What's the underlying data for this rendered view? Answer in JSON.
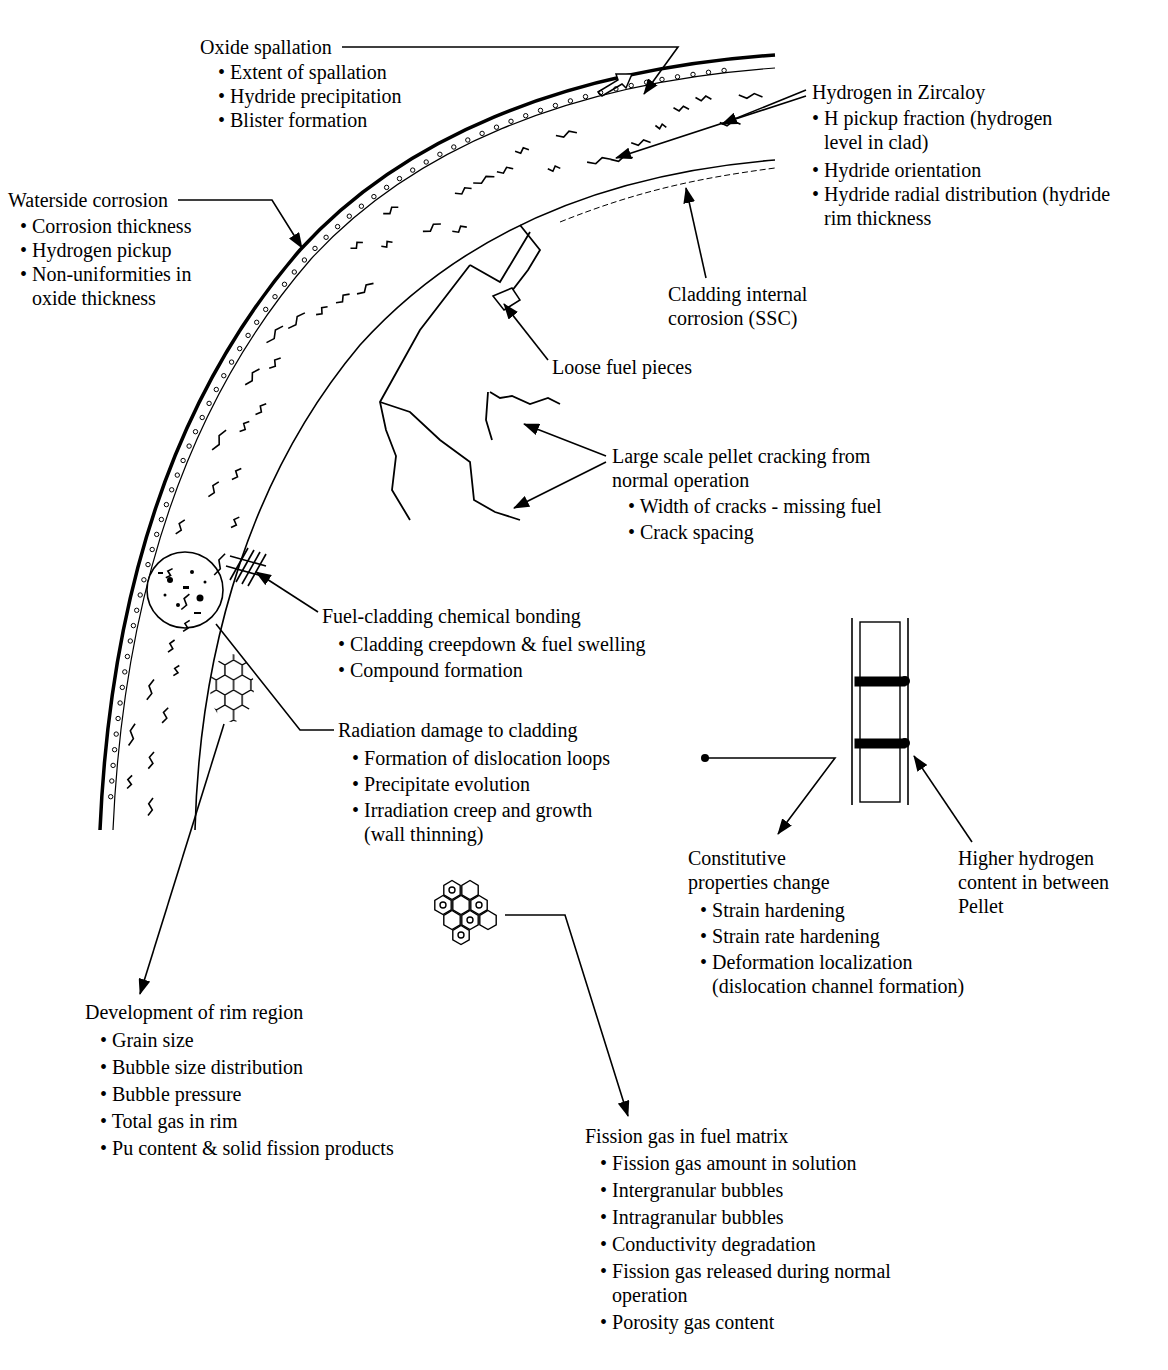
{
  "diagram": {
    "labels": [
      "Oxide spallation",
      "• Extent of spallation",
      "• Hydride precipitation",
      "• Blister formation",
      "Hydrogen in Zircaloy",
      "• H pickup fraction (hydrogen level in clad)",
      "• Hydride orientation",
      "• Hydride radial distribution (hydride rim thickness",
      "Waterside corrosion",
      "• Corrosion thickness",
      "• Hydrogen pickup",
      "• Non-uniformities in oxide thickness",
      "Cladding internal corrosion (SSC)",
      "Loose fuel pieces",
      "Large scale pellet cracking from normal operation",
      "• Width of cracks - missing fuel",
      "• Crack spacing",
      "Fuel-cladding chemical bonding",
      "• Cladding creepdown & fuel swelling",
      "• Compound formation",
      "Radiation damage to cladding",
      "• Formation of dislocation loops",
      "• Precipitate evolution",
      "• Irradiation creep and growth (wall thinning)",
      "Higher hydrogen content in between Pellet",
      "Constitutive properties change",
      "• Strain hardening",
      "• Strain rate hardening",
      "• Deformation localization (dislocation channel formation)",
      "Development of rim region",
      "• Grain size",
      "• Bubble size distribution",
      "• Bubble pressure",
      "• Total gas in rim",
      "• Pu content & solid fission products",
      "Fission gas in fuel matrix",
      "• Fission gas amount in solution",
      "• Intergranular bubbles",
      "• Intragranular bubbles",
      "• Conductivity degradation",
      "• Fission gas released during normal operation",
      "• Porosity gas content"
    ]
  }
}
